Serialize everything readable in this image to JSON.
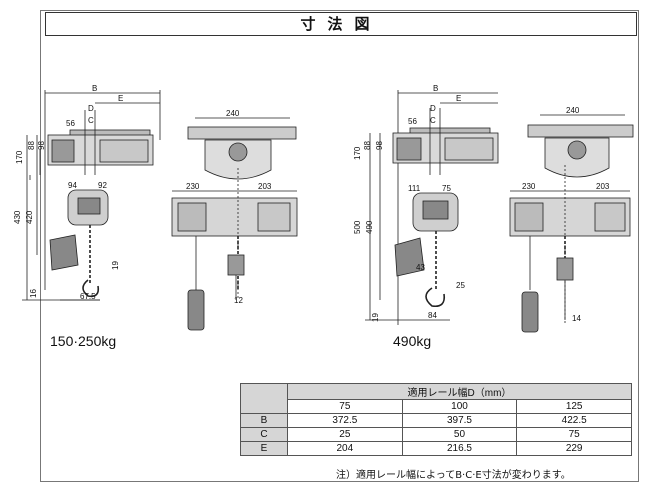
{
  "title": "寸法図",
  "left_caption": "150·250kg",
  "right_caption": "490kg",
  "left_dims": {
    "B": "B",
    "E": "E",
    "D": "D",
    "C": "C",
    "d56": "56",
    "d170": "170",
    "d88": "88",
    "d98": "98",
    "d94": "94",
    "d92": "92",
    "d430": "430",
    "d420": "420",
    "d19": "19",
    "d16": "16",
    "d675": "67.5",
    "d240": "240",
    "d230": "230",
    "d203": "203",
    "d12": "12"
  },
  "right_dims": {
    "B": "B",
    "E": "E",
    "D": "D",
    "C": "C",
    "d56": "56",
    "d170": "170",
    "d88": "88",
    "d98": "98",
    "d111": "111",
    "d75": "75",
    "d500": "500",
    "d490": "490",
    "d43": "43",
    "d25": "25",
    "d19": "19",
    "d84": "84",
    "d240": "240",
    "d230": "230",
    "d203": "203",
    "d14": "14"
  },
  "table": {
    "header_label": "適用レール幅D（mm）",
    "columns": [
      "75",
      "100",
      "125"
    ],
    "rows": [
      {
        "label": "B",
        "values": [
          "372.5",
          "397.5",
          "422.5"
        ]
      },
      {
        "label": "C",
        "values": [
          "25",
          "50",
          "75"
        ]
      },
      {
        "label": "E",
        "values": [
          "204",
          "216.5",
          "229"
        ]
      }
    ]
  },
  "note": "注）適用レール幅によってB·C·E寸法が変わります。"
}
